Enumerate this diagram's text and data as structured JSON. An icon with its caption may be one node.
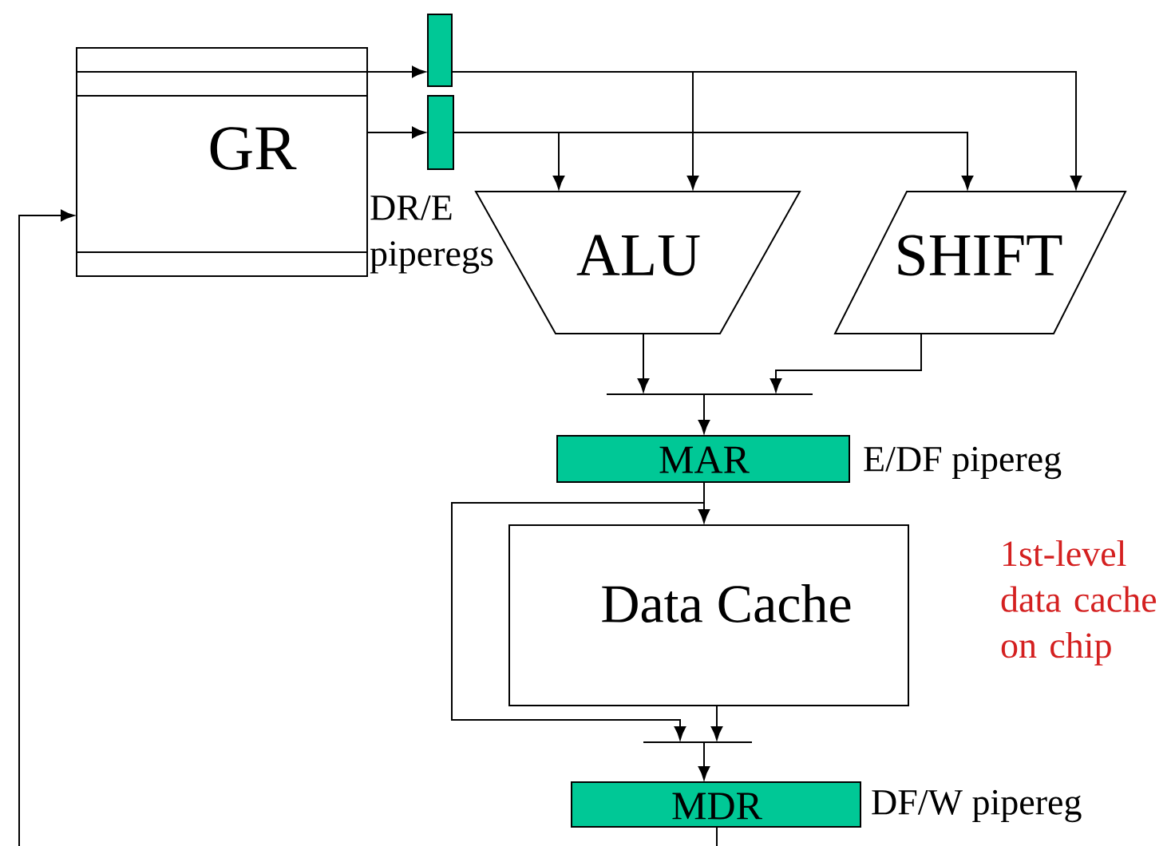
{
  "diagram": {
    "nodes": [
      {
        "text": [
          "GR"
        ]
      },
      {
        "text": [],
        "shape": "bar"
      },
      {
        "text": [],
        "shape": "bar"
      },
      {
        "text": [
          "ALU"
        ]
      },
      {
        "text": [
          "SHIFT"
        ]
      },
      {
        "text": [],
        "shape": "line"
      },
      {
        "text": [
          "MAR"
        ],
        "beside": [
          "E/DF pipereg"
        ]
      },
      {
        "text": [
          "Data Cache"
        ]
      },
      {
        "text": [],
        "shape": "line"
      },
      {
        "text": [
          "MDR"
        ],
        "beside": [
          "DF/W pipereg"
        ]
      }
    ],
    "edges": [
      {
        "from": 0,
        "to": 1,
        "arrow": "to"
      },
      {
        "from": 0,
        "to": 2,
        "arrow": "to"
      },
      {
        "from": 1,
        "to": 3,
        "arrow": "to"
      },
      {
        "from": 1,
        "to": 4,
        "arrow": "to"
      },
      {
        "from": 2,
        "to": 3,
        "arrow": "to"
      },
      {
        "from": 2,
        "to": 4,
        "arrow": "to"
      },
      {
        "from": 3,
        "to": 5,
        "arrow": "to"
      },
      {
        "from": 4,
        "to": 5,
        "arrow": "to"
      },
      {
        "from": 5,
        "to": 6,
        "arrow": "to"
      },
      {
        "from": 6,
        "to": 7,
        "arrow": "to"
      },
      {
        "from": 6,
        "to": 8,
        "arrow": "to"
      },
      {
        "from": 7,
        "to": 8,
        "arrow": "to"
      },
      {
        "from": 8,
        "to": 9,
        "arrow": "to"
      },
      {
        "from": 9,
        "to": null,
        "arrow": "none"
      },
      {
        "from": null,
        "to": 0,
        "arrow": "to"
      }
    ],
    "labels": [
      "DR/E piperegs",
      "1st-level data cache on chip"
    ]
  }
}
